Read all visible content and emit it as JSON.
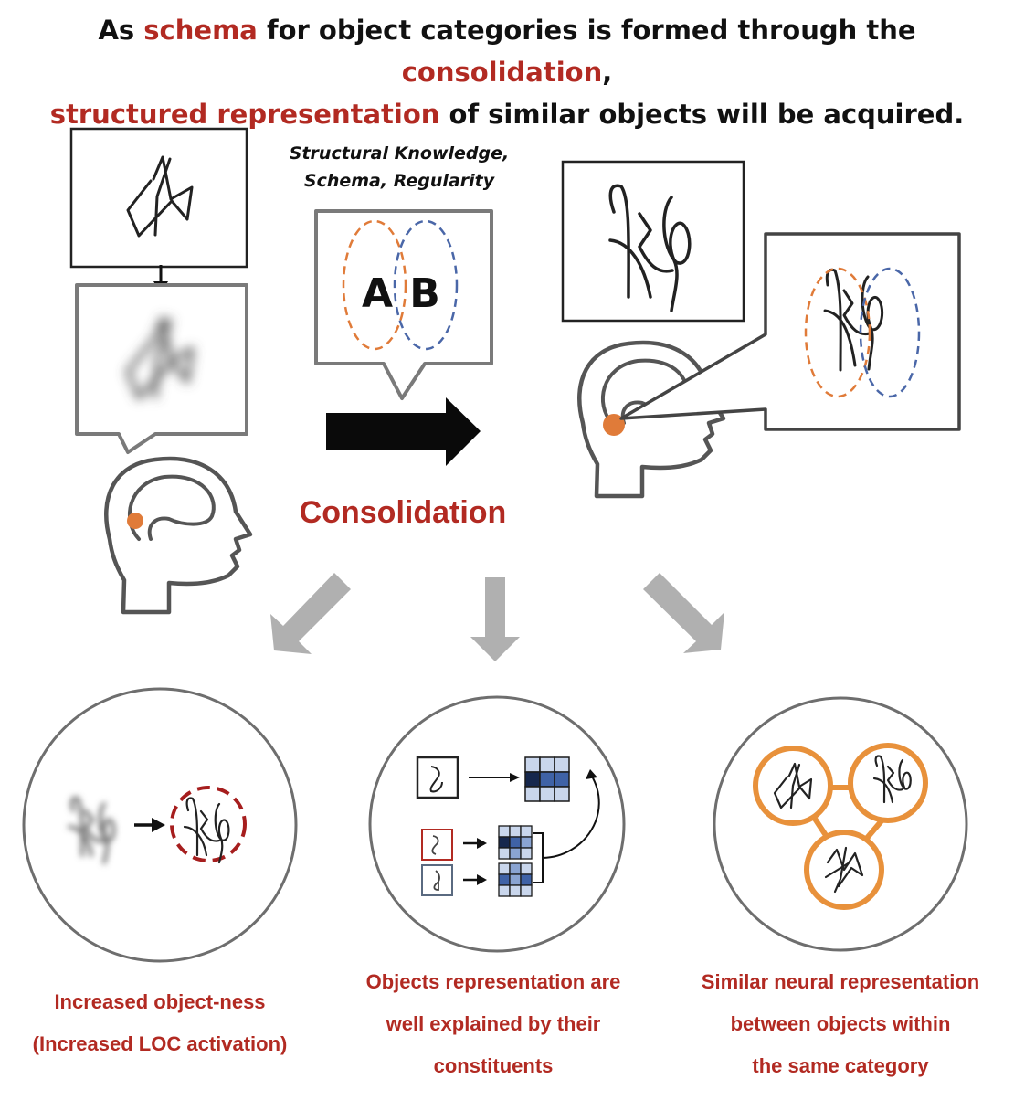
{
  "headline": {
    "line1_a": "As ",
    "line1_b": "schema",
    "line1_c": " for object categories is formed through the ",
    "line1_d": "consolidation",
    "line1_e": ",",
    "line2_a": "structured representation",
    "line2_b": " of similar objects will be acquired."
  },
  "knowledge_label": {
    "line1": "Structural Knowledge,",
    "line2": "Schema, Regularity"
  },
  "bubble_letters": {
    "a": "A",
    "b": "B"
  },
  "center_label": "Consolidation",
  "outcomes": {
    "left": [
      "Increased object-ness",
      "(Increased LOC activation)"
    ],
    "middle": [
      "Objects representation are",
      "well explained by their",
      "constituents"
    ],
    "right": [
      "Similar neural representation",
      "between objects within",
      "the same category"
    ]
  },
  "colors": {
    "accent_red": "#b22a22",
    "orange": "#e07b39",
    "dashed_blue": "#4a67a8",
    "gray_arrow": "#b0b0b0",
    "outline": "#555555"
  }
}
